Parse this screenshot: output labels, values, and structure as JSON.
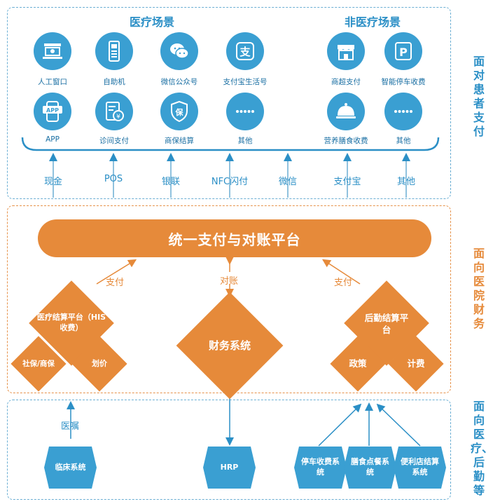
{
  "side_labels": {
    "patient": "面对患者支付",
    "finance": "面向医院财务",
    "bottom": "面向医疗、后勤等"
  },
  "sections": {
    "medical": "医疗场景",
    "non_medical": "非医疗场景"
  },
  "channels": [
    {
      "icon": "service-window-icon",
      "label": "人工窗口"
    },
    {
      "icon": "kiosk-icon",
      "label": "自助机"
    },
    {
      "icon": "wechat-icon",
      "label": "微信公众号"
    },
    {
      "icon": "alipay-icon",
      "label": "支付宝生活号"
    },
    {
      "icon": "supermarket-icon",
      "label": "商超支付"
    },
    {
      "icon": "parking-icon",
      "label": "智能停车收费"
    },
    {
      "icon": "app-icon",
      "label": "APP"
    },
    {
      "icon": "clinic-pay-icon",
      "label": "诊间支付"
    },
    {
      "icon": "insurance-shield-icon",
      "label": "商保结算"
    },
    {
      "icon": "more-dots-icon",
      "label": "其他"
    },
    {
      "icon": "food-cloche-icon",
      "label": "营养膳食收费"
    },
    {
      "icon": "more-dots-icon",
      "label": "其他"
    }
  ],
  "payment_methods": [
    "现金",
    "POS",
    "银联",
    "NFC闪付",
    "微信",
    "支付宝",
    "其他"
  ],
  "platform": "统一支付与对账平台",
  "arrows": {
    "left": "支付",
    "middle": "对账",
    "right": "支付",
    "orders": "医嘱"
  },
  "finance": {
    "his": "医疗结算平台（HIS收费）",
    "social": "社保/商保",
    "pricing": "划价",
    "financial_system": "财务系统",
    "logistics": "后勤结算平台",
    "policy": "政策",
    "billing": "计费"
  },
  "bottom_systems": [
    "临床系统",
    "HRP",
    "停车收费系统",
    "膳食点餐系统",
    "便利店结算系统"
  ],
  "colors": {
    "blue": "#3a9fd2",
    "orange": "#e68a3a"
  }
}
